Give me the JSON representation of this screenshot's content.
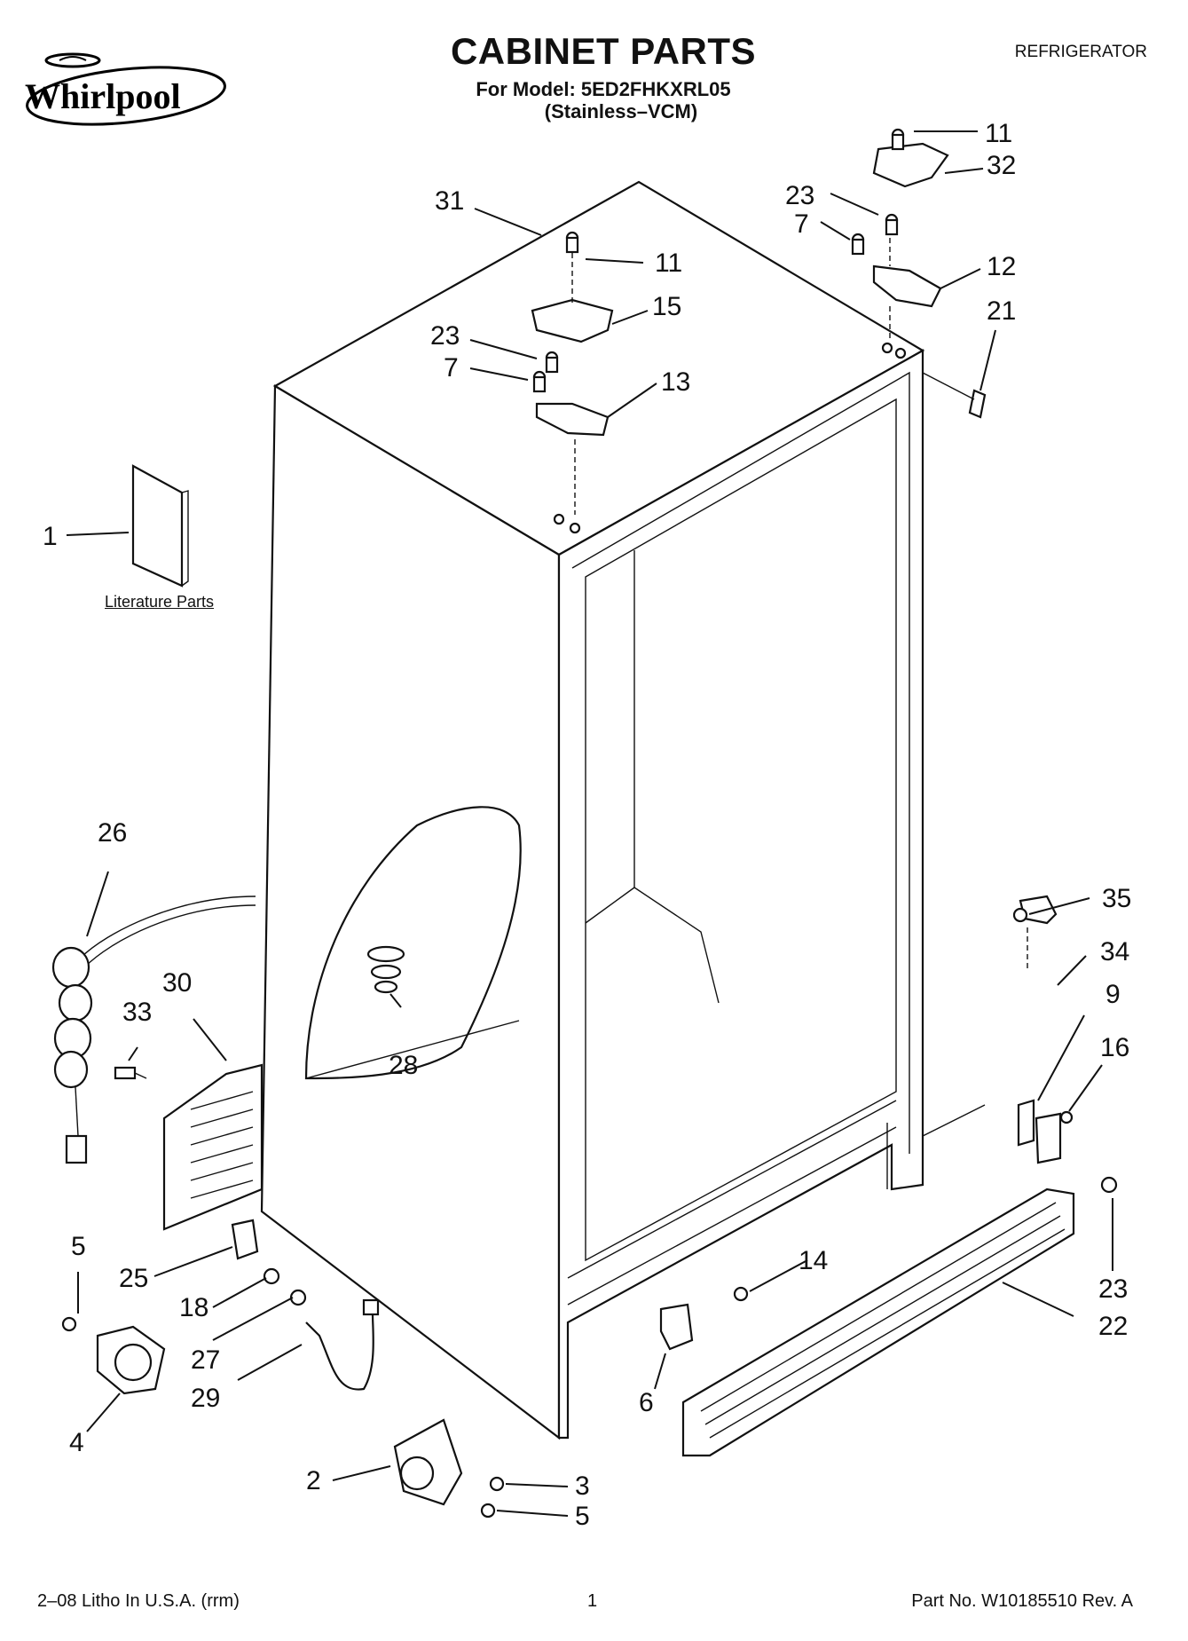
{
  "header": {
    "brand": "Whirlpool",
    "title": "CABINET PARTS",
    "model_line": "For Model: 5ED2FHKXRL05",
    "model_finish": "(Stainless–VCM)",
    "category": "REFRIGERATOR"
  },
  "literature_label": "Literature Parts",
  "callouts": [
    {
      "id": "c-11-right",
      "label": "11"
    },
    {
      "id": "c-32",
      "label": "32"
    },
    {
      "id": "c-23-right-top",
      "label": "23"
    },
    {
      "id": "c-7-right-top",
      "label": "7"
    },
    {
      "id": "c-12",
      "label": "12"
    },
    {
      "id": "c-21",
      "label": "21"
    },
    {
      "id": "c-31",
      "label": "31"
    },
    {
      "id": "c-11-left",
      "label": "11"
    },
    {
      "id": "c-15",
      "label": "15"
    },
    {
      "id": "c-23-left-top",
      "label": "23"
    },
    {
      "id": "c-7-left-top",
      "label": "7"
    },
    {
      "id": "c-13",
      "label": "13"
    },
    {
      "id": "c-1",
      "label": "1"
    },
    {
      "id": "c-26",
      "label": "26"
    },
    {
      "id": "c-30",
      "label": "30"
    },
    {
      "id": "c-33",
      "label": "33"
    },
    {
      "id": "c-28",
      "label": "28"
    },
    {
      "id": "c-35",
      "label": "35"
    },
    {
      "id": "c-34",
      "label": "34"
    },
    {
      "id": "c-9",
      "label": "9"
    },
    {
      "id": "c-16",
      "label": "16"
    },
    {
      "id": "c-23-bottom-right",
      "label": "23"
    },
    {
      "id": "c-22",
      "label": "22"
    },
    {
      "id": "c-14",
      "label": "14"
    },
    {
      "id": "c-6",
      "label": "6"
    },
    {
      "id": "c-5-left",
      "label": "5"
    },
    {
      "id": "c-25",
      "label": "25"
    },
    {
      "id": "c-18",
      "label": "18"
    },
    {
      "id": "c-27",
      "label": "27"
    },
    {
      "id": "c-29",
      "label": "29"
    },
    {
      "id": "c-4",
      "label": "4"
    },
    {
      "id": "c-2",
      "label": "2"
    },
    {
      "id": "c-3",
      "label": "3"
    },
    {
      "id": "c-5-bottom",
      "label": "5"
    }
  ],
  "footer": {
    "left": "2–08 Litho In U.S.A. (rrm)",
    "center": "1",
    "right": "Part No. W10185510 Rev. A"
  }
}
